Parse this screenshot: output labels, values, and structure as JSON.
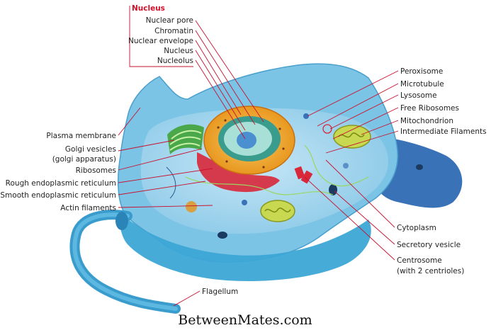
{
  "diagram": {
    "nucleus_group": {
      "heading": "Nucleus",
      "items": [
        "Nuclear pore",
        "Chromatin",
        "Nuclear envelope",
        "Nucleus",
        "Nucleolus"
      ]
    },
    "left_labels": [
      "Plasma membrane",
      "Golgi vesicles",
      "(golgi apparatus)",
      "Ribosomes",
      "Rough endoplasmic reticulum",
      "Smooth endoplasmic reticulum",
      "Actin filaments"
    ],
    "right_labels": [
      "Peroxisome",
      "Microtubule",
      "Lysosome",
      "Free Ribosomes",
      "Mitochondrion",
      "Intermediate Filaments",
      "Cytoplasm",
      "Secretory vesicle",
      "Centrosome",
      "(with 2 centrioles)"
    ],
    "bottom_labels": [
      "Flagellum"
    ],
    "footer": "BetweenMates.com",
    "colors": {
      "leader": "#c8102e",
      "heading": "#d0102a",
      "membrane": "#7cc8e8",
      "cytoplasm": "#a8d8f0",
      "nucleus_outer": "#f0a830",
      "nucleolus": "#4a8fd0"
    }
  }
}
